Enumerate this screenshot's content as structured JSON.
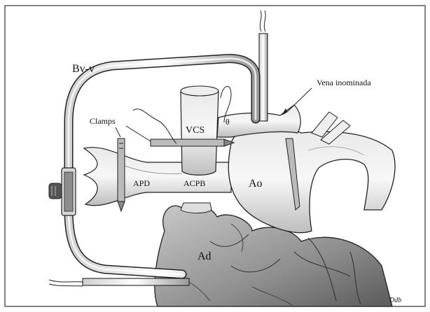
{
  "labels": {
    "bvv": "Bv-v",
    "vena_inominada": "Vena inominada",
    "clamps": "Clamps",
    "vcs": "VCS",
    "theta": "θ",
    "apd": "APD",
    "acpb": "ACPB",
    "ao": "Ao",
    "ad": "Ad"
  },
  "signature": "Ddb"
}
